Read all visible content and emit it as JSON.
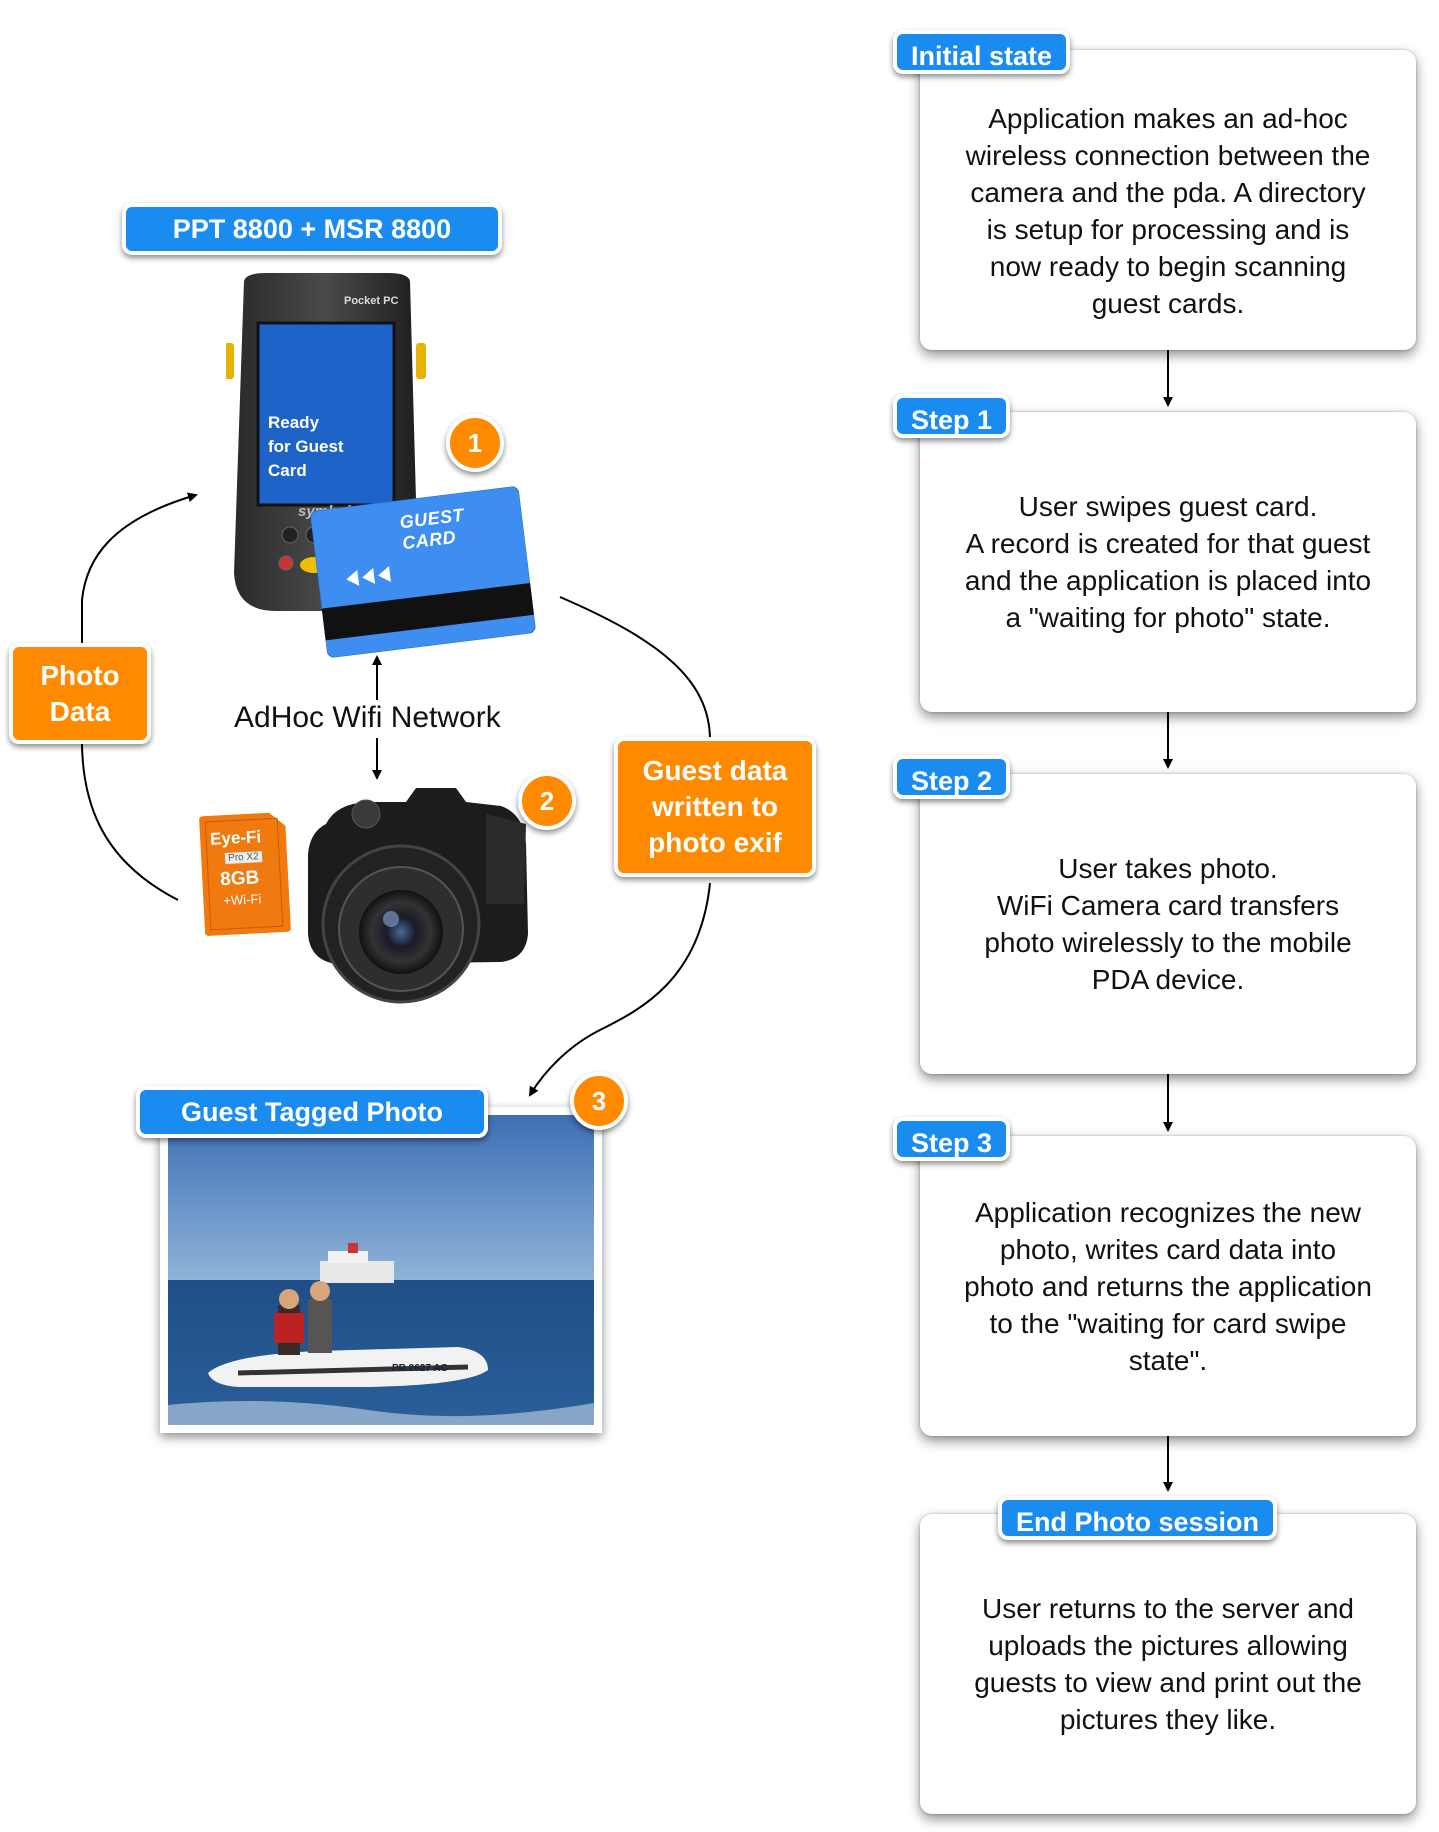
{
  "left": {
    "device_tag": "PPT 8800 + MSR 8800",
    "device_brand": "Pocket PC",
    "device_maker": "symbol",
    "device_screen_text": "Ready\nfor Guest\nCard",
    "card_label": "GUEST CARD",
    "network_label": "AdHoc Wifi Network",
    "photo_data_tag": "Photo\nData",
    "exif_tag": "Guest data\nwritten to\nphoto exif",
    "photo_tag": "Guest Tagged Photo",
    "sd_card": {
      "brand": "Eye-Fi",
      "model": "Pro X2",
      "size": "8GB",
      "wifi": "+Wi-Fi"
    },
    "jetski_reg": "PR 2627 AC",
    "badges": [
      "1",
      "2",
      "3"
    ]
  },
  "steps": [
    {
      "tag": "Initial state",
      "text": "Application makes an ad-hoc\nwireless connection between the\ncamera and the pda. A directory\nis setup for processing and is\nnow ready to begin scanning\nguest cards."
    },
    {
      "tag": "Step 1",
      "text": "User swipes guest card.\nA record is created for that guest\nand the application is placed into\na \"waiting for photo\" state."
    },
    {
      "tag": "Step 2",
      "text": "User takes photo.\nWiFi Camera card transfers\nphoto wirelessly to the mobile\nPDA device."
    },
    {
      "tag": "Step 3",
      "text": "Application recognizes the new\nphoto, writes card data into\nphoto and returns the application\nto the \"waiting for card swipe\nstate\"."
    },
    {
      "tag": "End Photo session",
      "text": "User returns to the server and\nuploads the pictures allowing\nguests to view and print out the\npictures they like."
    }
  ],
  "colors": {
    "tag_blue": "#1a8cf0",
    "tag_orange": "#ff8a00",
    "card_blue": "#3d8ef0"
  }
}
